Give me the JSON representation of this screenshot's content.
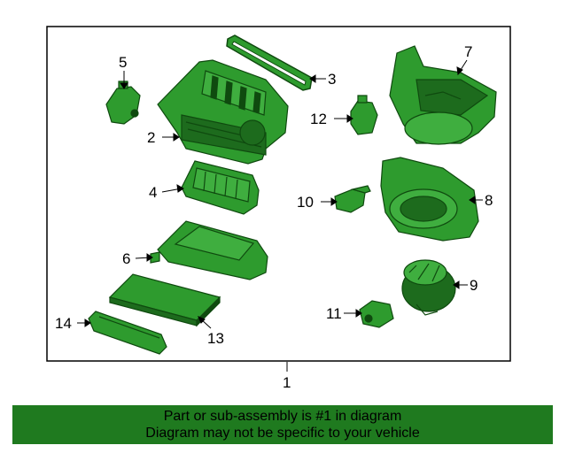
{
  "diagram": {
    "assembly_label": "1",
    "part_callouts": [
      "2",
      "3",
      "4",
      "5",
      "6",
      "7",
      "8",
      "9",
      "10",
      "11",
      "12",
      "13",
      "14"
    ]
  },
  "banner": {
    "line1": "Part or sub-assembly is #1 in diagram",
    "line2": "Diagram may not be specific to your vehicle"
  },
  "colors": {
    "part_fill": "#2e9b2e",
    "part_dark": "#0f4a0f",
    "banner_bg": "#1f7a1f",
    "frame": "#000000"
  }
}
